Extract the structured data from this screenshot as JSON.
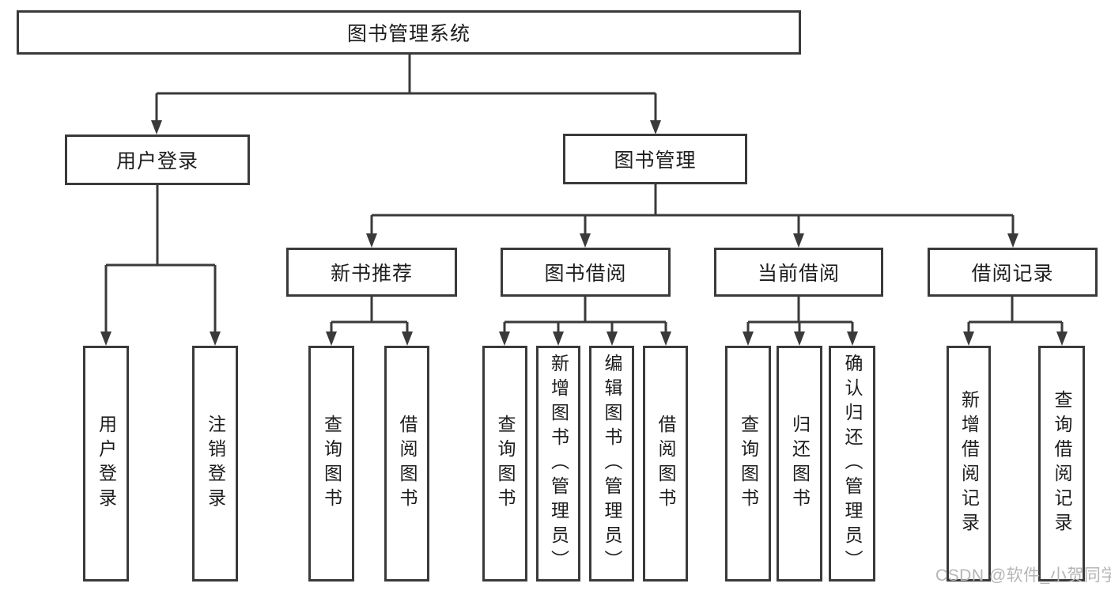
{
  "diagram": {
    "root": {
      "label": "图书管理系统"
    },
    "branches": [
      {
        "label": "用户登录",
        "children": [
          {
            "label": "用户登录"
          },
          {
            "label": "注销登录"
          }
        ]
      },
      {
        "label": "图书管理",
        "children": [
          {
            "label": "新书推荐",
            "children": [
              {
                "label": "查询图书"
              },
              {
                "label": "借阅图书"
              }
            ]
          },
          {
            "label": "图书借阅",
            "children": [
              {
                "label": "查询图书"
              },
              {
                "label": "新增图书（管理员）"
              },
              {
                "label": "编辑图书（管理员）"
              },
              {
                "label": "借阅图书"
              }
            ]
          },
          {
            "label": "当前借阅",
            "children": [
              {
                "label": "查询图书"
              },
              {
                "label": "归还图书"
              },
              {
                "label": "确认归还（管理员）"
              }
            ]
          },
          {
            "label": "借阅记录",
            "children": [
              {
                "label": "新增借阅记录"
              },
              {
                "label": "查询借阅记录"
              }
            ]
          }
        ]
      }
    ],
    "watermark": "CSDN @软件_小贺同学",
    "colors": {
      "line": "#3a3a3a",
      "text": "#1d1d1d",
      "watermark": "#b5b5b5",
      "background": "#ffffff"
    }
  }
}
